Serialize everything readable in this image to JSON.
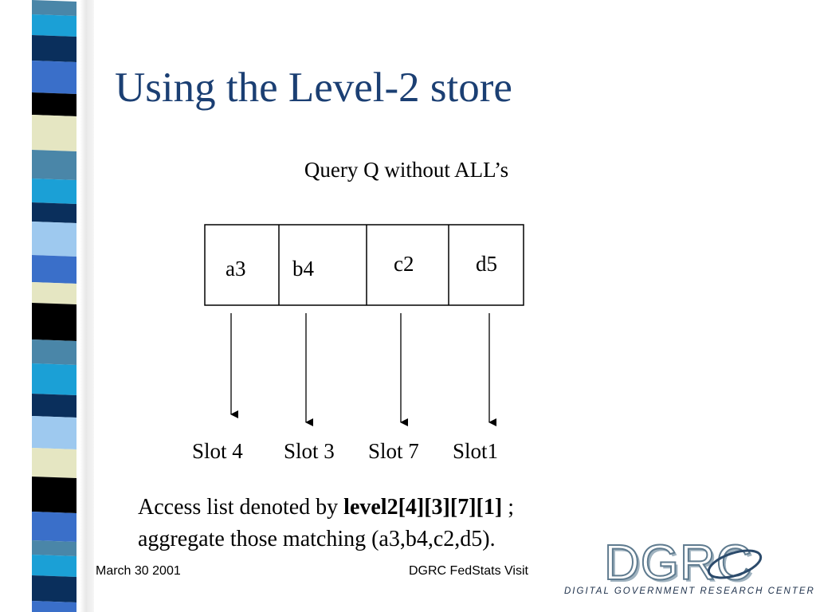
{
  "slide": {
    "title": "Using the Level-2 store",
    "query_caption": "Query  Q without ALL’s",
    "cells": [
      "a3",
      "b4",
      "c2",
      "d5"
    ],
    "slots": [
      "Slot 4",
      "Slot 3",
      "Slot 7",
      "Slot1"
    ],
    "access": {
      "line1_prefix": "Access  list denoted by ",
      "line1_bold": "level2[4][3][7][1]",
      "line1_suffix": " ;",
      "line2": "aggregate those matching (a3,b4,c2,d5)."
    },
    "footer": {
      "date": "March 30 2001",
      "event": "DGRC FedStats Visit"
    },
    "logo": {
      "letters": "DGRC",
      "tagline": "DIGITAL GOVERNMENT RESEARCH CENTER"
    }
  },
  "colors": {
    "title": "#1b3f73",
    "strip_palette": [
      "#4a86a8",
      "#1ba0d6",
      "#0a2f5c",
      "#3a6fc9",
      "#000000",
      "#e5e6c2",
      "#9ec9ef"
    ]
  }
}
